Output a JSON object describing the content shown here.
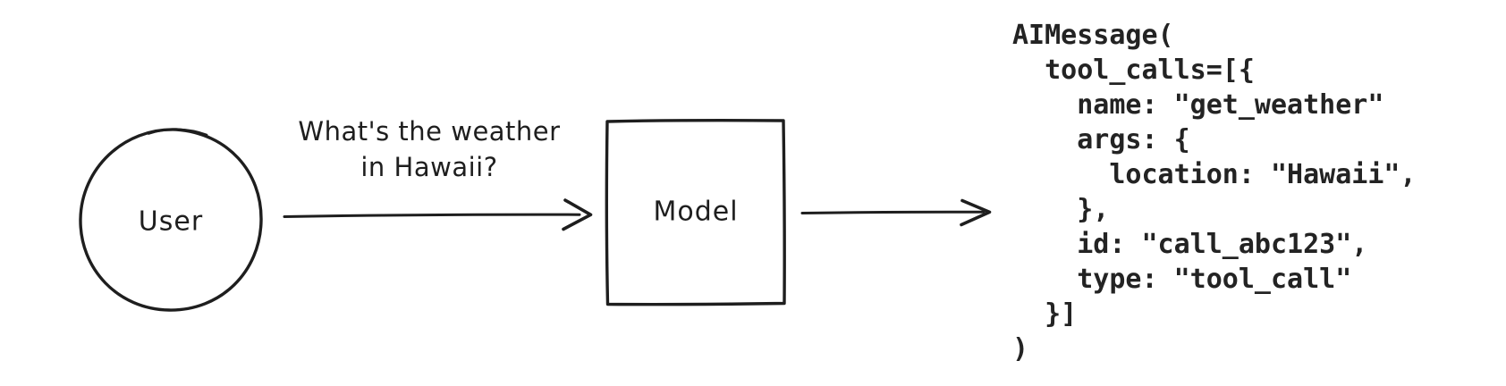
{
  "meta": {
    "background_color": "#ffffff",
    "ink_color": "#1e1e1e",
    "code_color": "#232323"
  },
  "diagram": {
    "user_node": {
      "label": "User",
      "shape": "circle"
    },
    "request_arrow": {
      "label": "What's the weather\nin Hawaii?"
    },
    "model_node": {
      "label": "Model",
      "shape": "rectangle"
    },
    "output_arrow": {
      "label": ""
    },
    "output_code": "AIMessage(\n  tool_calls=[{\n    name: \"get_weather\"\n    args: {\n      location: \"Hawaii\",\n    },\n    id: \"call_abc123\",\n    type: \"tool_call\"\n  }]\n)"
  }
}
